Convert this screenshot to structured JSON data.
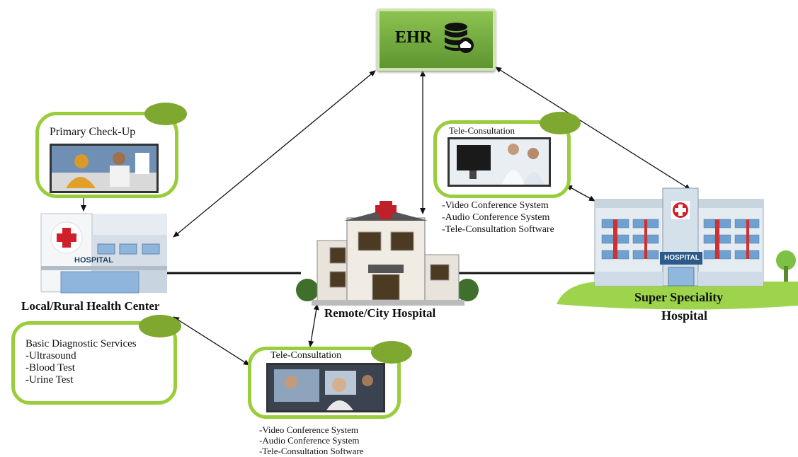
{
  "ehr": {
    "label": "EHR",
    "icon": "database-cloud-icon"
  },
  "primary_checkup": {
    "title": "Primary Check-Up"
  },
  "local_center": {
    "sign": "HOSPITAL",
    "name": "Local/Rural Health Center"
  },
  "remote_hospital": {
    "name": "Remote/City Hospital"
  },
  "super_hospital": {
    "sign": "HOSPITAL",
    "name_line1": "Super Speciality",
    "name_line2": "Hospital"
  },
  "teleconsult_top": {
    "title": "Tele-Consultation",
    "items": [
      "-Video Conference System",
      "-Audio Conference System",
      "-Tele-Consultation Software"
    ]
  },
  "diagnostics": {
    "title": "Basic Diagnostic Services",
    "items": [
      "-Ultrasound",
      "-Blood Test",
      "-Urine Test"
    ]
  },
  "teleconsult_bottom": {
    "title": "Tele-Consultation",
    "items": [
      "-Video Conference System",
      "-Audio Conference System",
      "-Tele-Consultation Software"
    ]
  },
  "colors": {
    "card_border": "#9acd3c",
    "blob": "#7ea830",
    "ehr_fill": "#6aa23a"
  }
}
